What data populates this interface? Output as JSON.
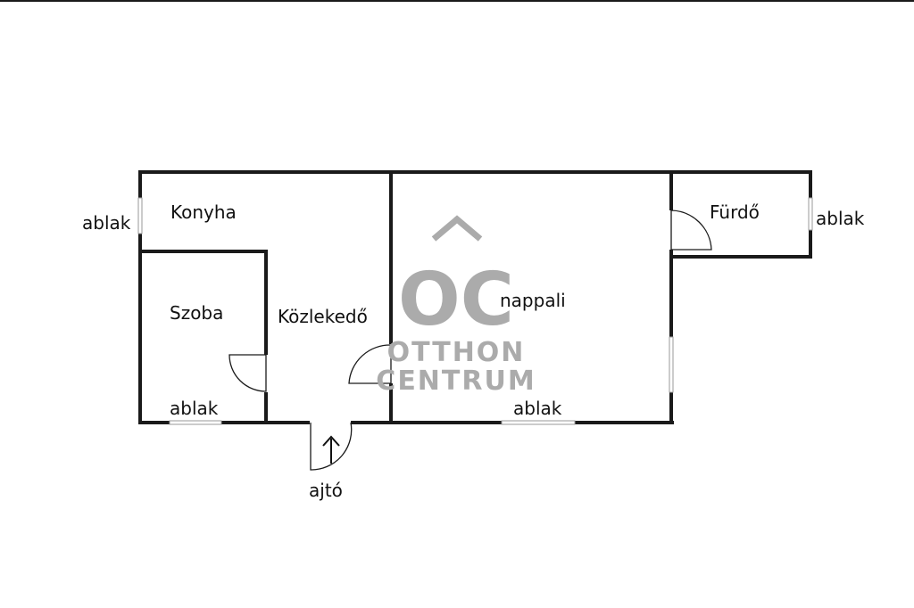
{
  "rooms": {
    "kitchen": "Konyha",
    "bedroom": "Szoba",
    "hallway": "Közlekedő",
    "living": "nappali",
    "bathroom": "Fürdő"
  },
  "window_label": "ablak",
  "door_label": "ajtó",
  "watermark": {
    "monogram": "OC",
    "line1": "OTTHON",
    "line2": "CENTRUM",
    "color": "#ababab"
  },
  "colors": {
    "wall": "#1a1a1a",
    "background": "#ffffff"
  }
}
